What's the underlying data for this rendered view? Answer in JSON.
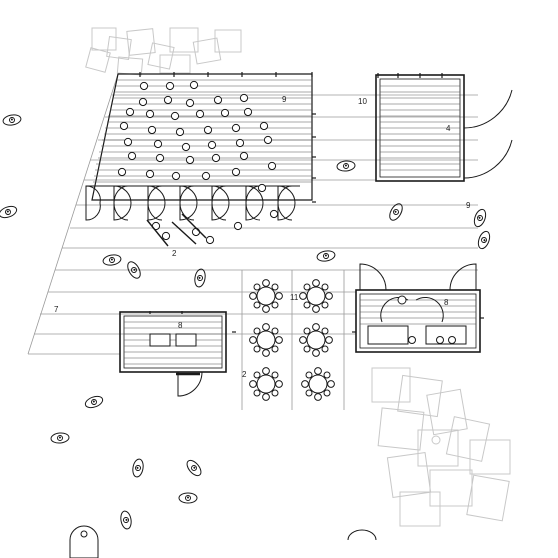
{
  "labels": {
    "l1": "9",
    "l2": "10",
    "l3": "4",
    "l4": "9",
    "l5": "2",
    "l6": "7",
    "l7": "11",
    "l8": "8",
    "l9": "8",
    "l10": "2"
  },
  "colors": {
    "ink": "#1a1a1a",
    "grid": "#9a9a9a",
    "faint": "#c8c8c8"
  }
}
